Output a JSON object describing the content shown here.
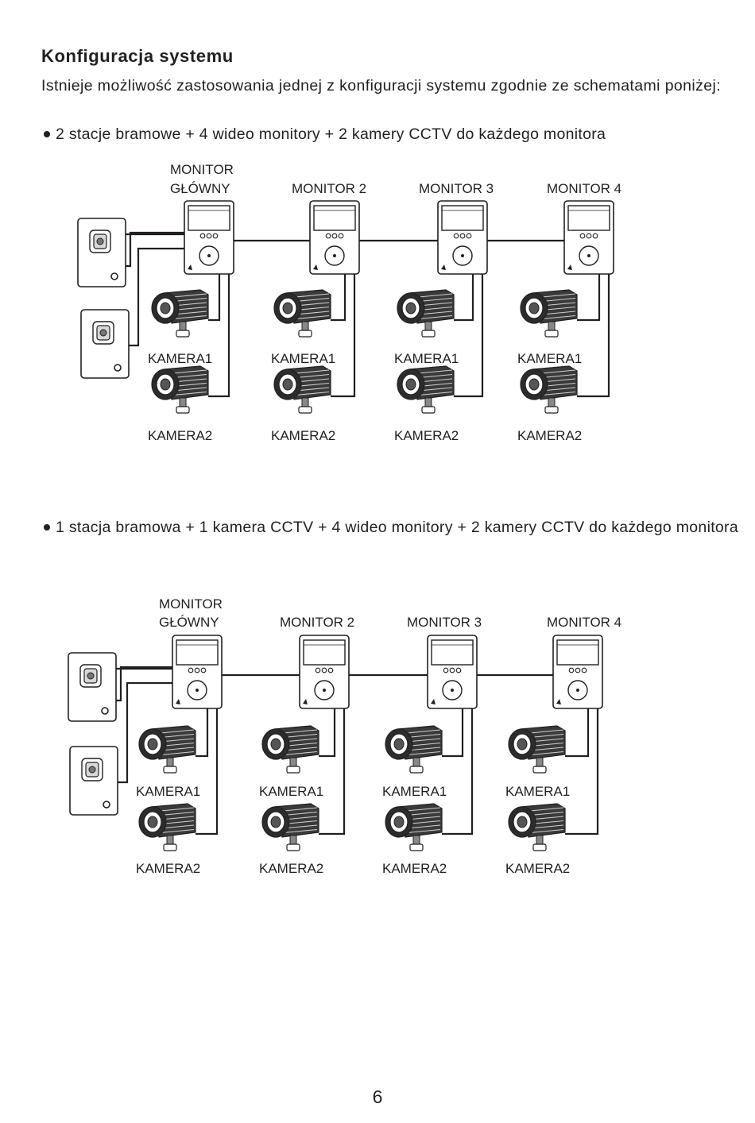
{
  "title": "Konfiguracja systemu",
  "intro": "Istnieje możliwość zastosowania jednej z konfiguracji systemu zgodnie ze schematami poniżej:",
  "configs": [
    {
      "bullet": "2 stacje bramowe + 4 wideo monitory + 2 kamery CCTV do każdego monitora",
      "monitors": [
        {
          "label_line1": "MONITOR",
          "label_line2": "GŁÓWNY"
        },
        {
          "label_line1": "",
          "label_line2": "MONITOR 2"
        },
        {
          "label_line1": "",
          "label_line2": "MONITOR 3"
        },
        {
          "label_line1": "",
          "label_line2": "MONITOR 4"
        }
      ],
      "camera1_label": "KAMERA1",
      "camera2_label": "KAMERA2"
    },
    {
      "bullet": "1 stacja bramowa + 1 kamera CCTV + 4 wideo monitory + 2 kamery CCTV do każdego monitora",
      "monitors": [
        {
          "label_line1": "MONITOR",
          "label_line2": "GŁÓWNY"
        },
        {
          "label_line1": "",
          "label_line2": "MONITOR 2"
        },
        {
          "label_line1": "",
          "label_line2": "MONITOR 3"
        },
        {
          "label_line1": "",
          "label_line2": "MONITOR 4"
        }
      ],
      "camera1_label": "KAMERA1",
      "camera2_label": "KAMERA2"
    }
  ],
  "page_number": "6"
}
